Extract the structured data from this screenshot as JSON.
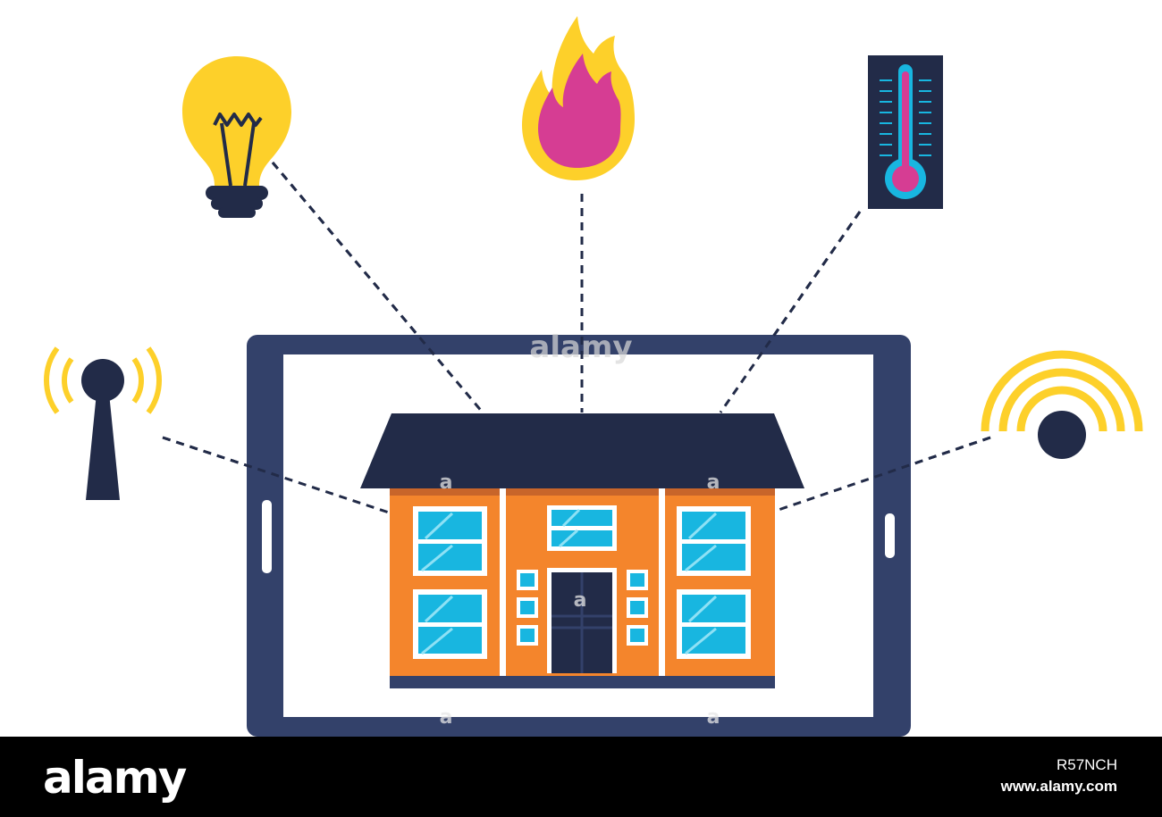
{
  "footer": {
    "brand": "alamy",
    "image_id": "R57NCH",
    "url": "www.alamy.com"
  },
  "watermark": {
    "text": "alamy",
    "letter": "a"
  },
  "colors": {
    "navy": "#222b48",
    "tablet_frame": "#33416a",
    "orange": "#f4852c",
    "yellow": "#fdd02a",
    "magenta": "#d63d93",
    "cyan": "#18b6e0",
    "footer_bg": "#000000"
  },
  "icons": {
    "antenna": "antenna-icon",
    "bulb": "light-bulb-icon",
    "fire": "fire-icon",
    "thermometer": "thermometer-icon",
    "wifi": "wifi-icon",
    "house": "house-icon",
    "tablet": "tablet-icon"
  }
}
